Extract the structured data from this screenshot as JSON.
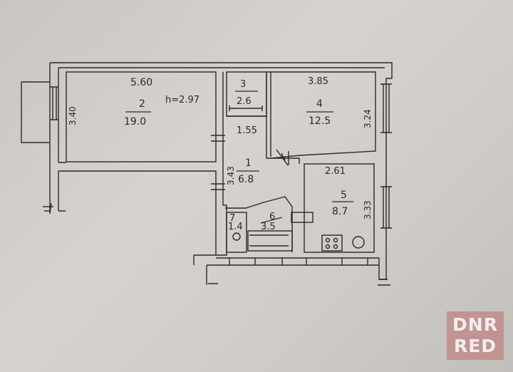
{
  "plan": {
    "rooms": [
      {
        "id": "2",
        "area": "19.0"
      },
      {
        "id": "3",
        "area": "2.6"
      },
      {
        "id": "4",
        "area": "12.5"
      },
      {
        "id": "1",
        "area": "6.8"
      },
      {
        "id": "5",
        "area": "8.7"
      },
      {
        "id": "6",
        "area": "3.5"
      },
      {
        "id": "7",
        "area": "1.4"
      }
    ],
    "dimensions": {
      "room2_width": "5.60",
      "room2_depth": "3.40",
      "ceiling_height": "h=2.97",
      "room3_width": "1.55",
      "corridor_length": "3.43",
      "room4_width": "3.85",
      "room4_depth": "3.24",
      "room5_width": "2.61",
      "room5_depth": "3.33"
    }
  },
  "watermark": {
    "line1": "DNR",
    "line2": "RED"
  },
  "colors": {
    "ink": "#2a2a2a",
    "paper": "#d0cdc9",
    "watermark": "#be6e6e"
  }
}
